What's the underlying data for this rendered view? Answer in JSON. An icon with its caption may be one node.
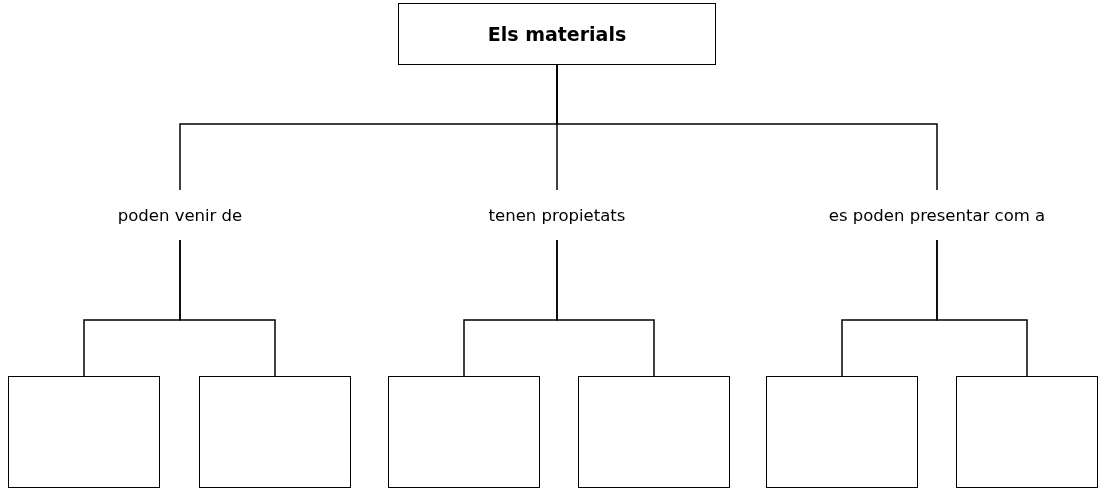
{
  "diagram": {
    "nodes": [
      {
        "text": [
          "Els materials"
        ]
      },
      {
        "text": [
          "poden venir de"
        ]
      },
      {
        "text": [
          "tenen propietats"
        ]
      },
      {
        "text": [
          "es poden presentar com a"
        ]
      },
      {
        "text": [],
        "shape": "box"
      },
      {
        "text": [],
        "shape": "box"
      },
      {
        "text": [],
        "shape": "box"
      },
      {
        "text": [],
        "shape": "box"
      },
      {
        "text": [],
        "shape": "box"
      },
      {
        "text": [],
        "shape": "box"
      }
    ],
    "edges": [
      {
        "from": 0,
        "to": 1,
        "arrow": "none"
      },
      {
        "from": 0,
        "to": 2,
        "arrow": "none"
      },
      {
        "from": 0,
        "to": 3,
        "arrow": "none"
      },
      {
        "from": 1,
        "to": 4,
        "arrow": "none"
      },
      {
        "from": 1,
        "to": 5,
        "arrow": "none"
      },
      {
        "from": 2,
        "to": 6,
        "arrow": "none"
      },
      {
        "from": 2,
        "to": 7,
        "arrow": "none"
      },
      {
        "from": 3,
        "to": 8,
        "arrow": "none"
      },
      {
        "from": 3,
        "to": 9,
        "arrow": "none"
      }
    ]
  }
}
